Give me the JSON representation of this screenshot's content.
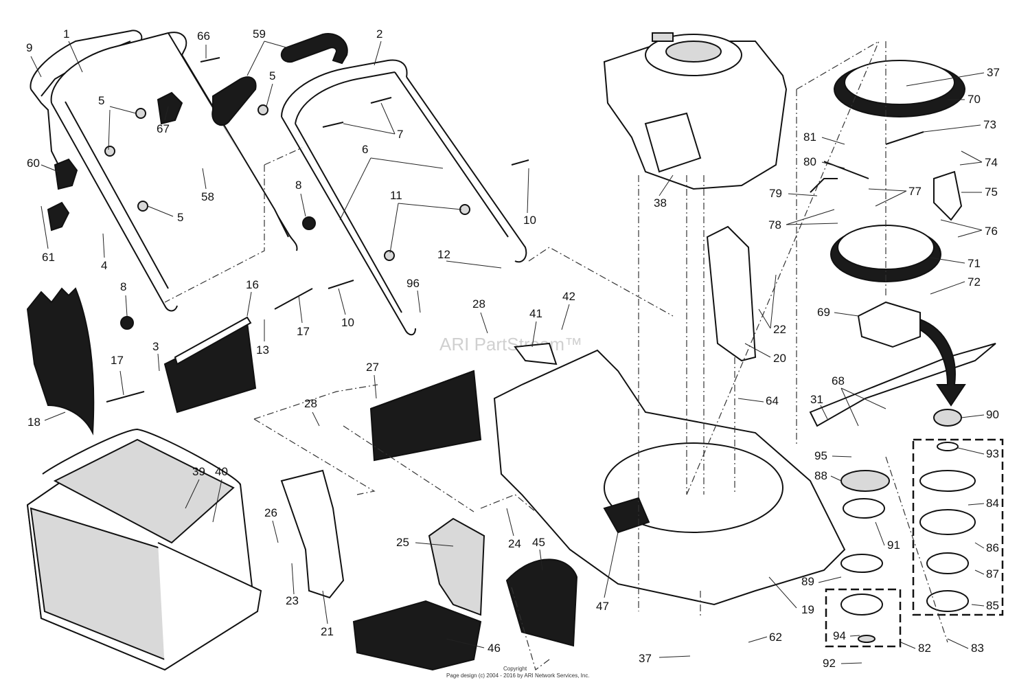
{
  "watermark": "ARI PartStream™",
  "copyright_line1": "Copyright",
  "copyright_line2": "Page design (c) 2004 - 2016 by ARI Network Services, Inc.",
  "callouts": [
    {
      "id": "1",
      "label": "1"
    },
    {
      "id": "2",
      "label": "2"
    },
    {
      "id": "3",
      "label": "3"
    },
    {
      "id": "4",
      "label": "4"
    },
    {
      "id": "5a",
      "label": "5"
    },
    {
      "id": "5b",
      "label": "5"
    },
    {
      "id": "5c",
      "label": "5"
    },
    {
      "id": "6",
      "label": "6"
    },
    {
      "id": "7",
      "label": "7"
    },
    {
      "id": "8a",
      "label": "8"
    },
    {
      "id": "8b",
      "label": "8"
    },
    {
      "id": "9",
      "label": "9"
    },
    {
      "id": "10a",
      "label": "10"
    },
    {
      "id": "10b",
      "label": "10"
    },
    {
      "id": "11",
      "label": "11"
    },
    {
      "id": "12",
      "label": "12"
    },
    {
      "id": "13",
      "label": "13"
    },
    {
      "id": "16",
      "label": "16"
    },
    {
      "id": "17a",
      "label": "17"
    },
    {
      "id": "17b",
      "label": "17"
    },
    {
      "id": "18",
      "label": "18"
    },
    {
      "id": "19",
      "label": "19"
    },
    {
      "id": "20",
      "label": "20"
    },
    {
      "id": "21",
      "label": "21"
    },
    {
      "id": "22",
      "label": "22"
    },
    {
      "id": "23",
      "label": "23"
    },
    {
      "id": "24",
      "label": "24"
    },
    {
      "id": "25",
      "label": "25"
    },
    {
      "id": "26",
      "label": "26"
    },
    {
      "id": "27",
      "label": "27"
    },
    {
      "id": "28a",
      "label": "28"
    },
    {
      "id": "28b",
      "label": "28"
    },
    {
      "id": "31",
      "label": "31"
    },
    {
      "id": "37a",
      "label": "37"
    },
    {
      "id": "37b",
      "label": "37"
    },
    {
      "id": "38",
      "label": "38"
    },
    {
      "id": "39",
      "label": "39"
    },
    {
      "id": "40",
      "label": "40"
    },
    {
      "id": "41",
      "label": "41"
    },
    {
      "id": "42",
      "label": "42"
    },
    {
      "id": "45",
      "label": "45"
    },
    {
      "id": "46",
      "label": "46"
    },
    {
      "id": "47",
      "label": "47"
    },
    {
      "id": "58",
      "label": "58"
    },
    {
      "id": "59",
      "label": "59"
    },
    {
      "id": "60",
      "label": "60"
    },
    {
      "id": "61",
      "label": "61"
    },
    {
      "id": "62",
      "label": "62"
    },
    {
      "id": "64",
      "label": "64"
    },
    {
      "id": "66",
      "label": "66"
    },
    {
      "id": "67",
      "label": "67"
    },
    {
      "id": "68",
      "label": "68"
    },
    {
      "id": "69",
      "label": "69"
    },
    {
      "id": "70",
      "label": "70"
    },
    {
      "id": "71",
      "label": "71"
    },
    {
      "id": "72",
      "label": "72"
    },
    {
      "id": "73",
      "label": "73"
    },
    {
      "id": "74",
      "label": "74"
    },
    {
      "id": "75",
      "label": "75"
    },
    {
      "id": "76",
      "label": "76"
    },
    {
      "id": "77",
      "label": "77"
    },
    {
      "id": "78",
      "label": "78"
    },
    {
      "id": "79",
      "label": "79"
    },
    {
      "id": "80",
      "label": "80"
    },
    {
      "id": "81",
      "label": "81"
    },
    {
      "id": "82",
      "label": "82"
    },
    {
      "id": "83",
      "label": "83"
    },
    {
      "id": "84",
      "label": "84"
    },
    {
      "id": "85",
      "label": "85"
    },
    {
      "id": "86",
      "label": "86"
    },
    {
      "id": "87",
      "label": "87"
    },
    {
      "id": "88",
      "label": "88"
    },
    {
      "id": "89",
      "label": "89"
    },
    {
      "id": "90",
      "label": "90"
    },
    {
      "id": "91",
      "label": "91"
    },
    {
      "id": "92",
      "label": "92"
    },
    {
      "id": "93",
      "label": "93"
    },
    {
      "id": "94",
      "label": "94"
    },
    {
      "id": "95",
      "label": "95"
    },
    {
      "id": "96",
      "label": "96"
    }
  ]
}
